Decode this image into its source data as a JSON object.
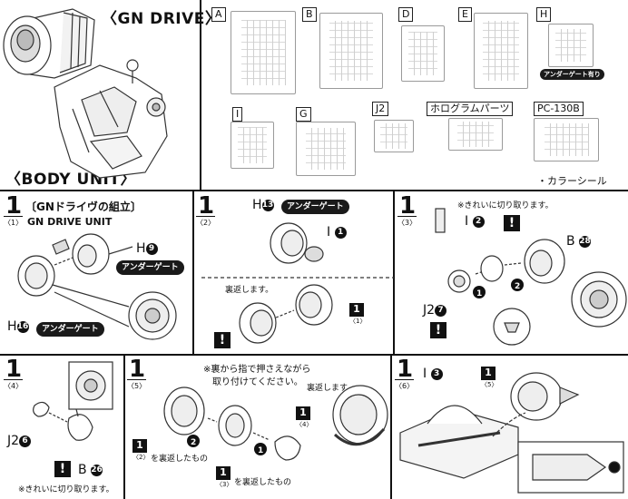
{
  "header": {
    "gn_drive_title": "〈GN DRIVE〉",
    "body_unit_title": "〈BODY UNIT〉"
  },
  "runners": [
    {
      "label": "A"
    },
    {
      "label": "B"
    },
    {
      "label": "D"
    },
    {
      "label": "E"
    },
    {
      "label": "H"
    },
    {
      "label": "I"
    },
    {
      "label": "G"
    },
    {
      "label": "J2"
    },
    {
      "label": "ホログラムパーツ"
    },
    {
      "label": "PC-130B"
    }
  ],
  "runner_h_badge": "アンダーゲート有り",
  "color_seal": "・カラーシール",
  "steps": {
    "s1": {
      "num": "1",
      "sub": "〈1〉",
      "title": "〔GNドライヴの組立〕",
      "subtitle": "GN DRIVE UNIT",
      "part_h9": "H",
      "part_h9_num": "9",
      "part_h16": "H",
      "part_h16_num": "16",
      "badge1": "アンダーゲート",
      "badge2": "アンダーゲート"
    },
    "s2": {
      "num": "1",
      "sub": "〈2〉",
      "part_h13": "H",
      "part_h13_num": "13",
      "badge": "アンダーゲート",
      "part_i1": "I",
      "part_i1_num": "1",
      "note": "裏返します。",
      "ref_num": "1",
      "ref_sub": "〈1〉"
    },
    "s3": {
      "num": "1",
      "sub": "〈3〉",
      "note": "※きれいに切り取ります。",
      "part_i2": "I",
      "part_i2_num": "2",
      "part_b28": "B",
      "part_b28_num": "28",
      "part_j27": "J2",
      "part_j27_num": "7",
      "arrow1": "1",
      "arrow2": "2"
    },
    "s4": {
      "num": "1",
      "sub": "〈4〉",
      "part_j26": "J2",
      "part_j26_num": "6",
      "part_b26": "B",
      "part_b26_num": "26",
      "note": "※きれいに切り取ります。"
    },
    "s5": {
      "num": "1",
      "sub": "〈5〉",
      "note_line1": "※裏から指で押さえながら",
      "note_line2": "取り付けてください。",
      "ref2_num": "1",
      "ref2_sub": "〈2〉",
      "ref2_text": "を裏返したもの",
      "ref3_num": "1",
      "ref3_sub": "〈3〉",
      "ref3_text": "を裏返したもの",
      "ref4_num": "1",
      "ref4_sub": "〈4〉",
      "arrow1": "1",
      "arrow2": "2",
      "note_flip": "裏返します。"
    },
    "s6": {
      "num": "1",
      "sub": "〈6〉",
      "part_i3": "I",
      "part_i3_num": "3",
      "ref_num": "1",
      "ref_sub": "〈5〉"
    }
  },
  "excl_mark": "!"
}
